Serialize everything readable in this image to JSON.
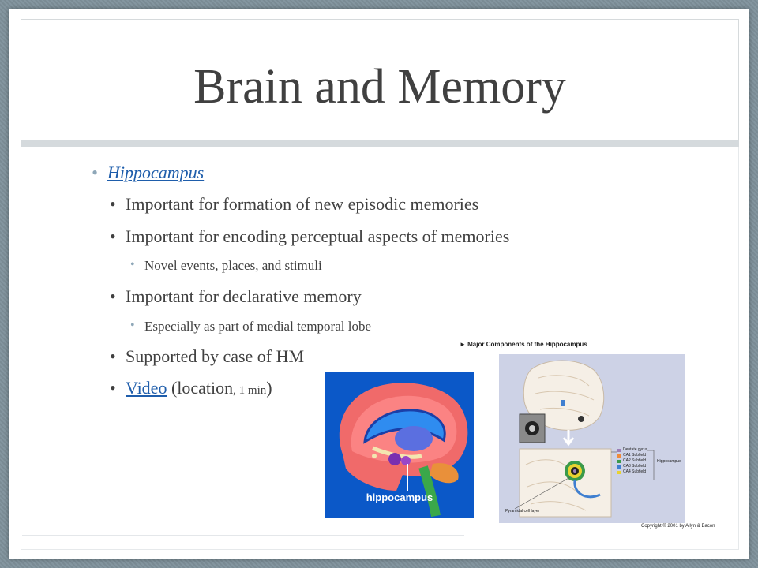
{
  "slide": {
    "title": "Brain and Memory",
    "bullets": {
      "b1": "Hippocampus",
      "b2": "Important for formation of new episodic memories",
      "b3": "Important for encoding perceptual aspects of memories",
      "b4": "Novel events, places, and stimuli",
      "b5": "Important for declarative memory",
      "b6": "Especially as part of medial temporal lobe",
      "b7": "Supported by case of HM",
      "b8_link": "Video",
      "b8_text": " (location",
      "b8_small": ", 1 min",
      "b8_end": ")"
    }
  },
  "brain_image": {
    "label": "hippocampus"
  },
  "diagram": {
    "title": "► Major Components of the Hippocampus",
    "legend": [
      "Dentate gyrus",
      "CA1 Subfield",
      "CA2 Subfield",
      "CA3 Subfield",
      "CA4 Subfield"
    ],
    "legend_colors": [
      "#9b7fb6",
      "#f08a3a",
      "#3a9a4a",
      "#3f7fd0",
      "#e8d230"
    ],
    "side_label": "Hippocampus",
    "pyramidal_label": "Pyramidal cell layer",
    "copyright": "Copyright © 2001 by Allyn & Bacon"
  }
}
